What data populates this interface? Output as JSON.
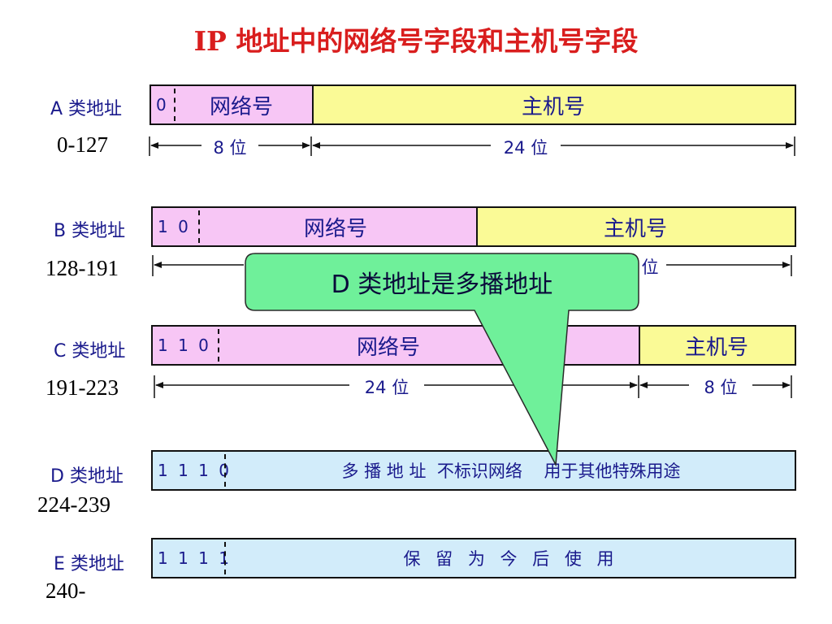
{
  "title": "IP 地址中的网络号字段和主机号字段",
  "classes": [
    {
      "label": "A 类地址",
      "range": "0-127",
      "bits": "0",
      "net": "网络号",
      "host": "主机号",
      "dim_net": "8 位",
      "dim_host": "24 位"
    },
    {
      "label": "B 类地址",
      "range": "128-191",
      "bits": "1 0",
      "net": "网络号",
      "host": "主机号",
      "dim_host": "位"
    },
    {
      "label": "C 类地址",
      "range": "191-223",
      "bits": "1 1 0",
      "net": "网络号",
      "host": "主机号",
      "dim_net": "24 位",
      "dim_host": "8 位"
    },
    {
      "label": "D 类地址",
      "range": "224-239",
      "bits": "1 1 1 0",
      "body": "多 播 地 址  不标识网络    用于其他特殊用途"
    },
    {
      "label": "E 类地址",
      "range": "240-",
      "bits": "1 1 1 1",
      "body": "保 留 为 今 后 使 用"
    }
  ],
  "callout": "D 类地址是多播地址",
  "colors": {
    "title": "#d91e1e",
    "network": "#f7c6f5",
    "host": "#fafa96",
    "reserved": "#d2ecfa",
    "callout": "#6ff09a"
  }
}
